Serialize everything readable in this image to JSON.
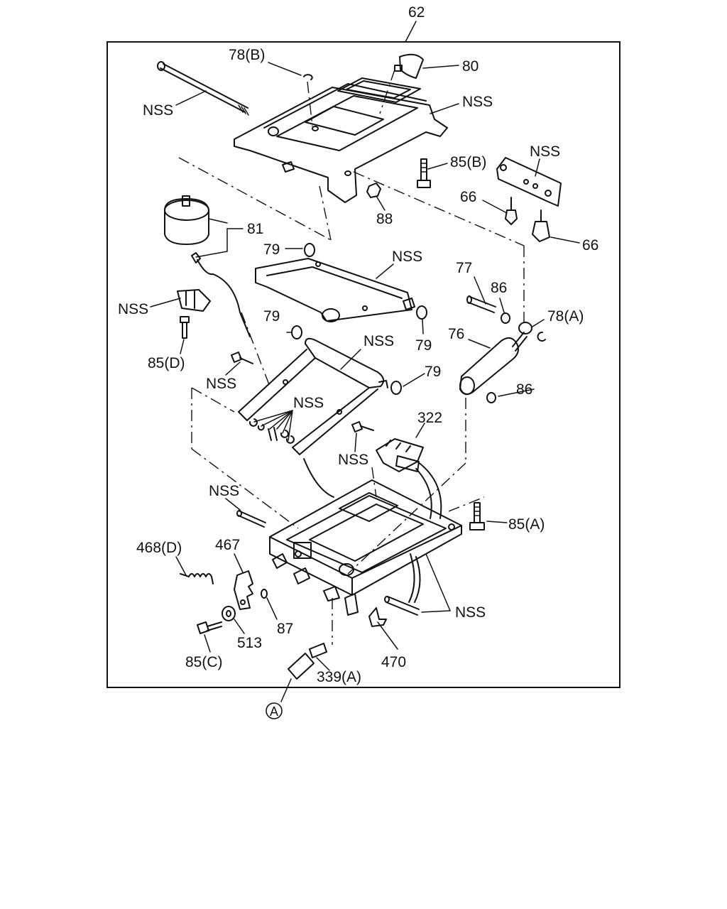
{
  "diagram": {
    "assembly_number": "62",
    "reference_marker": "A",
    "callouts": [
      {
        "id": "c-78b",
        "text": "78(B)"
      },
      {
        "id": "c-80",
        "text": "80"
      },
      {
        "id": "c-nss-rod",
        "text": "NSS"
      },
      {
        "id": "c-nss-upper",
        "text": "NSS"
      },
      {
        "id": "c-85b",
        "text": "85(B)"
      },
      {
        "id": "c-nss-bracket",
        "text": "NSS"
      },
      {
        "id": "c-88",
        "text": "88"
      },
      {
        "id": "c-66a",
        "text": "66"
      },
      {
        "id": "c-66b",
        "text": "66"
      },
      {
        "id": "c-81",
        "text": "81"
      },
      {
        "id": "c-79a",
        "text": "79"
      },
      {
        "id": "c-nss-cradle",
        "text": "NSS"
      },
      {
        "id": "c-77",
        "text": "77"
      },
      {
        "id": "c-86a",
        "text": "86"
      },
      {
        "id": "c-78a",
        "text": "78(A)"
      },
      {
        "id": "c-nss-valve",
        "text": "NSS"
      },
      {
        "id": "c-79b",
        "text": "79"
      },
      {
        "id": "c-79c",
        "text": "79"
      },
      {
        "id": "c-76",
        "text": "76"
      },
      {
        "id": "c-85d",
        "text": "85(D)"
      },
      {
        "id": "c-nss-scissor",
        "text": "NSS"
      },
      {
        "id": "c-79d",
        "text": "79"
      },
      {
        "id": "c-86b",
        "text": "86"
      },
      {
        "id": "c-nss-bolt-left",
        "text": "NSS"
      },
      {
        "id": "c-nss-clips",
        "text": "NSS"
      },
      {
        "id": "c-322",
        "text": "322"
      },
      {
        "id": "c-nss-bolt-right",
        "text": "NSS"
      },
      {
        "id": "c-nss-pin",
        "text": "NSS"
      },
      {
        "id": "c-85a",
        "text": "85(A)"
      },
      {
        "id": "c-468d",
        "text": "468(D)"
      },
      {
        "id": "c-467",
        "text": "467"
      },
      {
        "id": "c-nss-lower",
        "text": "NSS"
      },
      {
        "id": "c-87",
        "text": "87"
      },
      {
        "id": "c-513",
        "text": "513"
      },
      {
        "id": "c-85c",
        "text": "85(C)"
      },
      {
        "id": "c-470",
        "text": "470"
      },
      {
        "id": "c-339a",
        "text": "339(A)"
      }
    ]
  }
}
